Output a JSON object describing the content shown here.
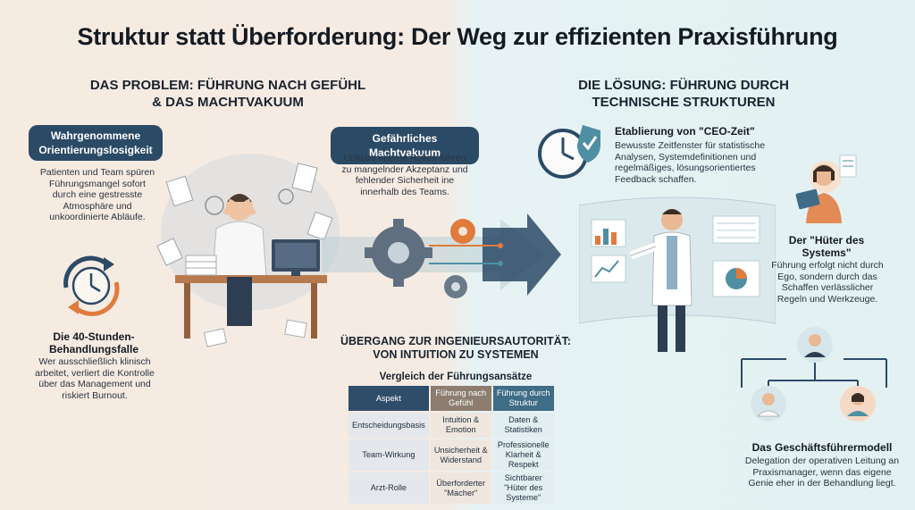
{
  "title": "Struktur statt Überforderung: Der Weg zur effizienten Praxisführung",
  "problem": {
    "heading_line1": "DAS PROBLEM: FÜHRUNG NACH GEFÜHL",
    "heading_line2": "& DAS MACHTVAKUUM",
    "orientation_pill_line1": "Wahrgenommene",
    "orientation_pill_line2": "Orientierungslosigkeit",
    "orientation_text": [
      "Patienten und Team spüren",
      "Führungsmangel sofort",
      "durch eine gestresste",
      "Atmosphäre und",
      "unkoordinierte Abläufe."
    ],
    "trap_title_line1": "Die 40-Stunden-",
    "trap_title_line2": "Behandlungsfalle",
    "trap_text": [
      "Wer ausschließlich klinisch",
      "arbeitet, verliert die Kontrolle",
      "über das Management und",
      "riskiert Burnout."
    ],
    "vacuum_pill": "Gefährliches Machtvakuum",
    "vacuum_text": [
      "Unklare interne Rollen führen",
      "zu mangelnder Akzeptanz und",
      "fehlender Sicherheit ine",
      "innerhalb des Teams."
    ]
  },
  "transition": {
    "heading_line1": "ÜBERGANG ZUR INGENIEURSAUTORITÄT:",
    "heading_line2": "VON INTUITION ZU SYSTEMEN"
  },
  "comparison": {
    "title": "Vergleich der Führungsansätze",
    "headers": [
      "Aspekt",
      "Führung nach Gefühl",
      "Führung durch Struktur"
    ],
    "rows": [
      [
        "Entscheidungsbasis",
        "Intuition & Emotion",
        "Daten & Statistiken"
      ],
      [
        "Team-Wirkung",
        "Unsicherheit & Widerstand",
        "Professionelle Klarheit & Respekt"
      ],
      [
        "Arzt-Rolle",
        "Überforderter \"Macher\"",
        "Sichtbarer \"Hüter des Systeme\""
      ]
    ]
  },
  "solution": {
    "heading_line1": "DIE LÖSUNG: FÜHRUNG DURCH",
    "heading_line2": "TECHNISCHE STRUKTUREN",
    "ceo_title": "Etablierung von \"CEO-Zeit\"",
    "ceo_text": [
      "Bewusste Zeitfenster für statistische",
      "Analysen, Systemdefinitionen und",
      "regelmäßiges, lösungsorientiertes",
      "Feedback schaffen."
    ],
    "guardian_title_line1": "Der \"Hüter des",
    "guardian_title_line2": "Systems\"",
    "guardian_text": [
      "Führung erfolgt nicht durch",
      "Ego, sondern durch das",
      "Schaffen verlässlicher",
      "Regeln und Werkzeuge."
    ],
    "ceo_model_title": "Das Geschäftsführermodell",
    "ceo_model_text": [
      "Delegation der operativen Leitung an",
      "Praxismanager, wenn das eigene",
      "Genie eher in der Behandlung liegt."
    ]
  },
  "colors": {
    "navy": "#2b4a66",
    "orange": "#e07b3c",
    "teal": "#4f8fa3"
  }
}
